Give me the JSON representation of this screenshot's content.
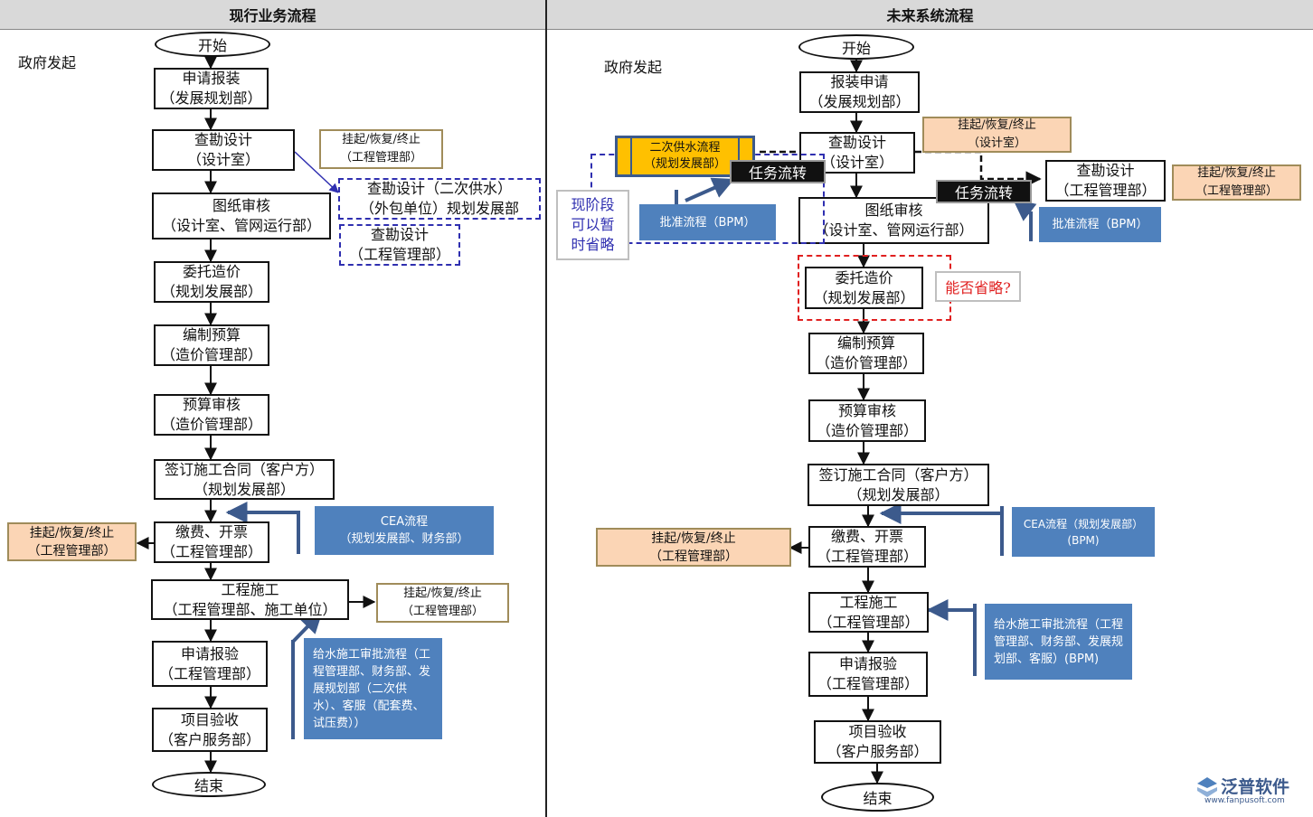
{
  "headers": {
    "left": "现行业务流程",
    "right": "未来系统流程"
  },
  "left": {
    "gov": "政府发起",
    "start": "开始",
    "end": "结束",
    "steps": [
      {
        "l1": "申请报装",
        "l2": "（发展规划部）"
      },
      {
        "l1": "查勘设计",
        "l2": "（设计室）"
      },
      {
        "l1": "图纸审核",
        "l2": "（设计室、管网运行部）"
      },
      {
        "l1": "委托造价",
        "l2": "（规划发展部）"
      },
      {
        "l1": "编制预算",
        "l2": "（造价管理部）"
      },
      {
        "l1": "预算审核",
        "l2": "（造价管理部）"
      },
      {
        "l1": "签订施工合同（客户方）",
        "l2": "（规划发展部）"
      },
      {
        "l1": "缴费、开票",
        "l2": "（工程管理部）"
      },
      {
        "l1": "工程施工",
        "l2": "（工程管理部、施工单位）"
      },
      {
        "l1": "申请报验",
        "l2": "（工程管理部）"
      },
      {
        "l1": "项目验收",
        "l2": "（客户服务部）"
      }
    ],
    "notes": {
      "suspend1": {
        "l1": "挂起/恢复/终止",
        "l2": "（工程管理部）"
      },
      "secondary": {
        "l1": "查勘设计（二次供水）",
        "l2": "（外包单位）规划发展部"
      },
      "survey_eng": {
        "l1": "查勘设计",
        "l2": "（工程管理部）"
      },
      "suspend_left": {
        "l1": "挂起/恢复/终止",
        "l2": "（工程管理部）"
      },
      "suspend_right": {
        "l1": "挂起/恢复/终止",
        "l2": "（工程管理部）"
      },
      "cea": {
        "l1": "CEA流程",
        "l2": "（规划发展部、财务部）"
      },
      "water": "给水施工审批流程（工程管理部、财务部、发展规划部（二次供水）、客服（配套费、试压费））"
    }
  },
  "right": {
    "gov": "政府发起",
    "start": "开始",
    "end": "结束",
    "steps": [
      {
        "l1": "报装申请",
        "l2": "（发展规划部）"
      },
      {
        "l1": "查勘设计",
        "l2": "（设计室）"
      },
      {
        "l1": "图纸审核",
        "l2": "（设计室、管网运行部）"
      },
      {
        "l1": "委托造价",
        "l2": "（规划发展部）"
      },
      {
        "l1": "编制预算",
        "l2": "（造价管理部）"
      },
      {
        "l1": "预算审核",
        "l2": "（造价管理部）"
      },
      {
        "l1": "签订施工合同（客户方）",
        "l2": "（规划发展部）"
      },
      {
        "l1": "缴费、开票",
        "l2": "（工程管理部）"
      },
      {
        "l1": "工程施工",
        "l2": "（工程管理部）"
      },
      {
        "l1": "申请报验",
        "l2": "（工程管理部）"
      },
      {
        "l1": "项目验收",
        "l2": "（客户服务部）"
      }
    ],
    "survey_eng": {
      "l1": "查勘设计",
      "l2": "（工程管理部）"
    },
    "suspend_design": {
      "l1": "挂起/恢复/终止",
      "l2": "（设计室）"
    },
    "suspend_eng": {
      "l1": "挂起/恢复/终止",
      "l2": "（工程管理部）"
    },
    "suspend_fee": {
      "l1": "挂起/恢复/终止",
      "l2": "（工程管理部）"
    },
    "secondary": {
      "l1": "二次供水流程",
      "l2": "（规划发展部）"
    },
    "task1": "任务流转",
    "task2": "任务流转",
    "bpm1": "批准流程（BPM）",
    "bpm2": "批准流程（BPM）",
    "omit_note": {
      "l1": "现阶段",
      "l2": "可以暂",
      "l3": "时省略"
    },
    "can_omit": "能否省略?",
    "cea": "CEA流程（规划发展部）(BPM)",
    "water": "给水施工审批流程（工程管理部、财务部、发展规划部、客服）(BPM)"
  },
  "logo": {
    "name": "泛普软件",
    "url": "www.fanpusoft.com"
  }
}
